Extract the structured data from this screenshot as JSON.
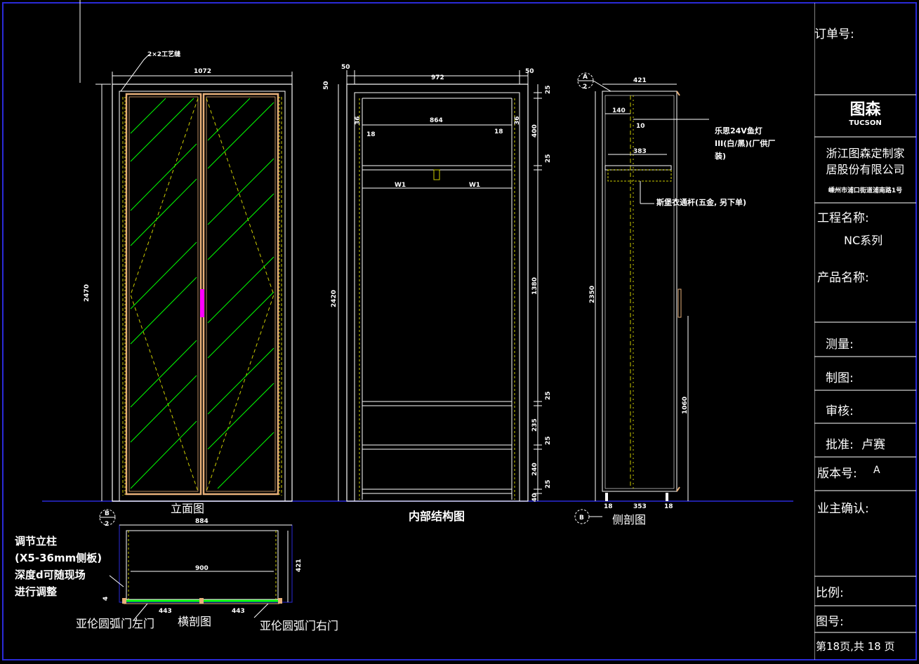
{
  "colors": {
    "background": "#000000",
    "frame": "#2a2ad8",
    "line": "#ffffff",
    "board": "#e8b07a",
    "glass_hatch": "#00ff00",
    "construction": "#cccc00",
    "handle": "#ff00ff",
    "dimension": "#00d0d0"
  },
  "views": {
    "elevation": {
      "caption": "立面图",
      "dims": {
        "width": "1072",
        "height": "2470"
      },
      "note": "2×2工艺缝"
    },
    "interior": {
      "caption": "内部结构图",
      "dims": {
        "width": "972",
        "left": "50",
        "right": "50",
        "top": "50",
        "inner": "864",
        "side_left": "18",
        "side_right": "18",
        "h1": "25",
        "h2": "400",
        "h3": "25",
        "h4": "1380",
        "h5": "25",
        "h6": "235",
        "h7": "25",
        "h8": "240",
        "h9": "25",
        "h10": "40",
        "height": "2420",
        "s1": "36",
        "s2": "36",
        "rail1": "W1",
        "rail2": "W1"
      }
    },
    "side": {
      "caption": "侧剖图",
      "marker_top": "A",
      "marker_top_sub": "2",
      "marker_bottom": "B",
      "dims": {
        "width": "421",
        "d1": "140",
        "d2": "10",
        "d3": "383",
        "height": "2350",
        "lower": "1060",
        "b1": "18",
        "b2": "353",
        "b3": "18"
      },
      "notes": {
        "light": "乐思24V鱼灯",
        "light2": "III(白/黑)(厂供厂",
        "light3": "装)",
        "rod": "斯堡衣通杆(五金, 另下单)"
      }
    },
    "plan": {
      "caption": "横剖图",
      "marker": "B",
      "marker_sub": "2",
      "dims": {
        "width": "884",
        "inner": "900",
        "depth": "421",
        "left": "443",
        "right": "443",
        "edge": "4"
      },
      "note_lines": [
        "调节立柱",
        "(X5-36mm侧板)",
        "深度d可随现场",
        "进行调整"
      ],
      "left_door": "亚伦圆弧门左门",
      "right_door": "亚伦圆弧门右门"
    }
  },
  "title_block": {
    "order_label": "订单号:",
    "logo_cn": "图森",
    "logo_en": "TUCSON",
    "company": "浙江图森定制家居股份有限公司",
    "company_line1": "浙江图森定制家",
    "company_line2": "居股份有限公司",
    "address": "嵊州市浦口街道浦南路1号",
    "project_label": "工程名称:",
    "project_value": "NC系列",
    "product_label": "产品名称:",
    "measure_label": "测量:",
    "draw_label": "制图:",
    "review_label": "审核:",
    "approve_label": "批准:",
    "approve_value": "卢赛",
    "version_label": "版本号:",
    "version_value": "A",
    "owner_label": "业主确认:",
    "scale_label": "比例:",
    "drawing_no_label": "图号:",
    "page_text": "第18页,共 18 页"
  }
}
